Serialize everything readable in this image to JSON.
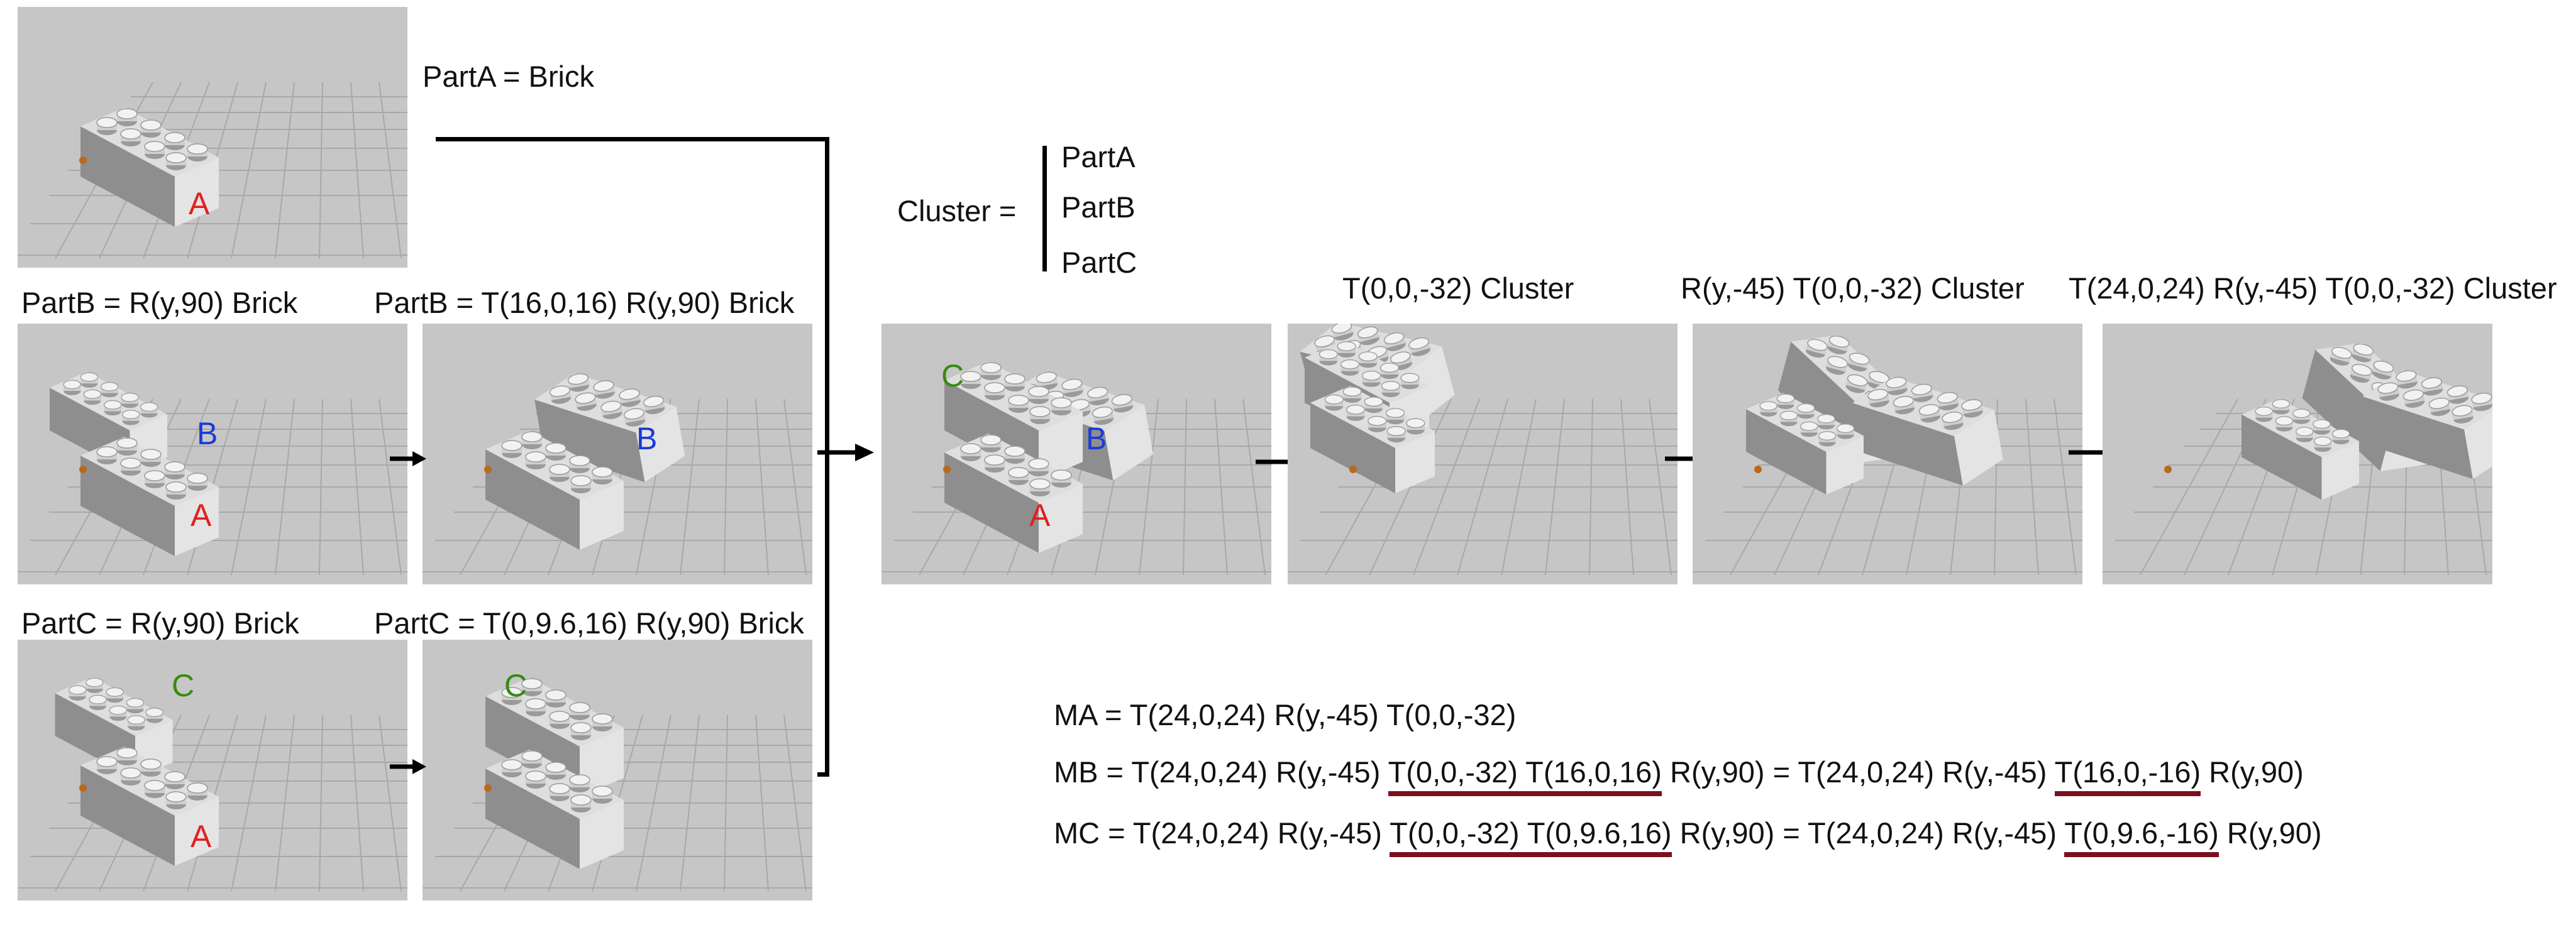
{
  "labels": {
    "part_a_def": "PartA = Brick",
    "part_b_def": "PartB = R(y,90) Brick",
    "part_b_trans": "PartB = T(16,0,16) R(y,90) Brick",
    "part_c_def": "PartC = R(y,90) Brick",
    "part_c_trans": "PartC = T(0,9.6,16) R(y,90) Brick",
    "cluster": "Cluster =",
    "cluster_items": [
      "PartA",
      "PartB",
      "PartC"
    ],
    "step1": "T(0,0,-32) Cluster",
    "step2": "R(y,-45) T(0,0,-32) Cluster",
    "step3": "T(24,0,24) R(y,-45) T(0,0,-32) Cluster"
  },
  "part_tags": {
    "a": "A",
    "b": "B",
    "c": "C"
  },
  "tag_colors": {
    "a": "#e02020",
    "b": "#1a3ad8",
    "c": "#3a8a10"
  },
  "underline_color": "#7a1020",
  "formulas": {
    "ma": "MA = T(24,0,24) R(y,-45) T(0,0,-32)",
    "mb": {
      "p1": "MB = T(24,0,24) R(y,-45) ",
      "u1": "T(0,0,-32) T(16,0,16)",
      "p2": " R(y,90) = T(24,0,24) R(y,-45) ",
      "u2": "T(16,0,-16)",
      "p3": " R(y,90)"
    },
    "mc": {
      "p1": "MC = T(24,0,24) R(y,-45) ",
      "u1": "T(0,0,-32) T(0,9.6,16)",
      "p2": " R(y,90) = T(24,0,24) R(y,-45) ",
      "u2": "T(0,9.6,-16)",
      "p3": " R(y,90)"
    }
  }
}
